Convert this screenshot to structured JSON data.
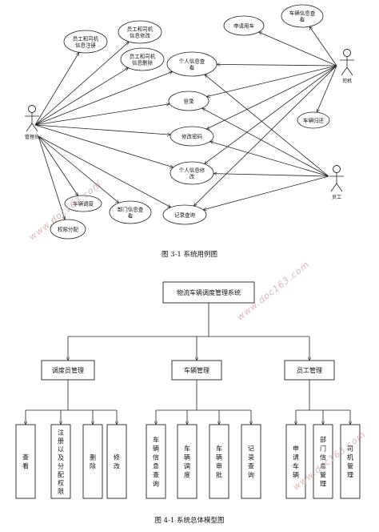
{
  "use_case_diagram": {
    "actors": {
      "admin": "管理员",
      "driver": "司机",
      "employee": "员工"
    },
    "use_cases": {
      "staff_driver_register": [
        "员工和司机",
        "信息注册"
      ],
      "staff_driver_modify": [
        "员工和司机",
        "信息修改"
      ],
      "staff_driver_delete": [
        "员工和司机",
        "信息删除"
      ],
      "apply_vehicle": "申请用车",
      "vehicle_info_view": [
        "车辆信息查",
        "看"
      ],
      "personal_info_view": [
        "个人信息查",
        "看"
      ],
      "login": "登录",
      "change_password": "修改密码",
      "personal_info_modify": [
        "个人信息修",
        "改"
      ],
      "vehicle_return": "车辆归还",
      "vehicle_dispatch": "车辆调度",
      "dept_info_view": [
        "部门信息查",
        "看"
      ],
      "record_query": "记录查询",
      "permission_assign": "权限分配"
    },
    "caption": "图 3-1 系统用例图"
  },
  "system_model": {
    "root": "物流车辆调度管理系统",
    "modules": [
      {
        "label": "调度员管理",
        "leaves": [
          [
            "查",
            "看"
          ],
          [
            "注",
            "册",
            "以",
            "及",
            "分",
            "配",
            "权",
            "限"
          ],
          [
            "删",
            "除"
          ],
          [
            "修",
            "改"
          ]
        ]
      },
      {
        "label": "车辆管理",
        "leaves": [
          [
            "车",
            "辆",
            "信",
            "息",
            "查",
            "询"
          ],
          [
            "车",
            "辆",
            "调",
            "度"
          ],
          [
            "车",
            "辆",
            "审",
            "批"
          ],
          [
            "记",
            "录",
            "查",
            "询"
          ]
        ]
      },
      {
        "label": "员工管理",
        "leaves": [
          [
            "申",
            "请",
            "车",
            "辆"
          ],
          [
            "部",
            "门",
            "信",
            "息",
            "管",
            "理"
          ],
          [
            "司",
            "机",
            "管",
            "理"
          ]
        ]
      }
    ],
    "caption": "图 4-1  系统总体模型图"
  },
  "watermarks": [
    "www.doc163.com",
    "www.doc163.com",
    "www.doc163.com"
  ]
}
